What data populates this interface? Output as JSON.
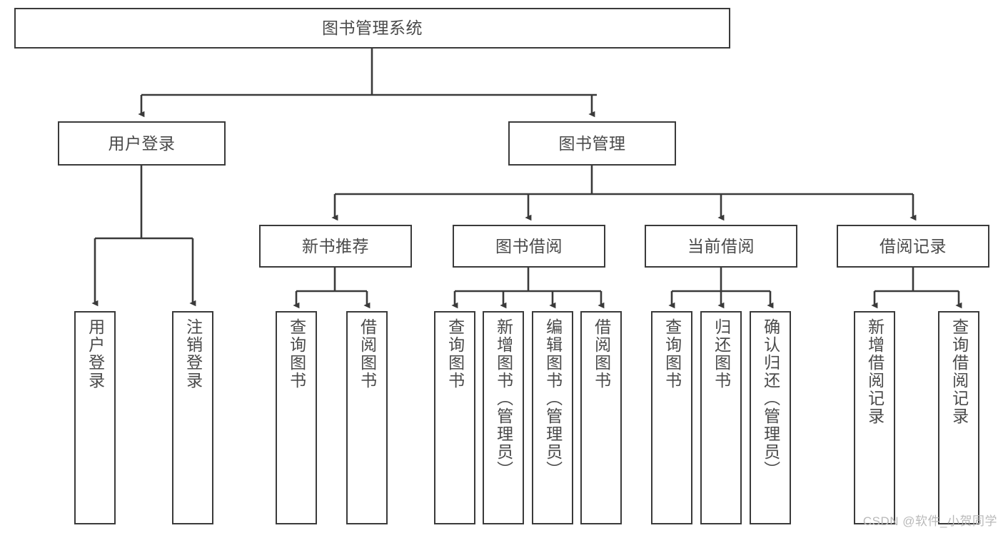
{
  "diagram": {
    "title": "图书管理系统",
    "type": "functional-structure-tree",
    "background_color": "#ffffff",
    "line_color": "#3a3a3a",
    "text_color": "#4a4a4a"
  },
  "nodes": {
    "root": {
      "label": "图书管理系统"
    },
    "level2": [
      {
        "label": "用户登录"
      },
      {
        "label": "图书管理"
      }
    ],
    "level3": [
      {
        "label": "新书推荐"
      },
      {
        "label": "图书借阅"
      },
      {
        "label": "当前借阅"
      },
      {
        "label": "借阅记录"
      }
    ],
    "leaves_user_login": [
      {
        "label": "用户登录"
      },
      {
        "label": "注销登录"
      }
    ],
    "leaves_new_book": [
      {
        "label": "查询图书"
      },
      {
        "label": "借阅图书"
      }
    ],
    "leaves_borrow": [
      {
        "label": "查询图书"
      },
      {
        "label": "新增图书（管理员）"
      },
      {
        "label": "编辑图书（管理员）"
      },
      {
        "label": "借阅图书"
      }
    ],
    "leaves_current": [
      {
        "label": "查询图书"
      },
      {
        "label": "归还图书"
      },
      {
        "label": "确认归还（管理员）"
      }
    ],
    "leaves_records": [
      {
        "label": "新增借阅记录"
      },
      {
        "label": "查询借阅记录"
      }
    ]
  },
  "watermark": {
    "text": "CSDN @软件_小贺同学"
  }
}
